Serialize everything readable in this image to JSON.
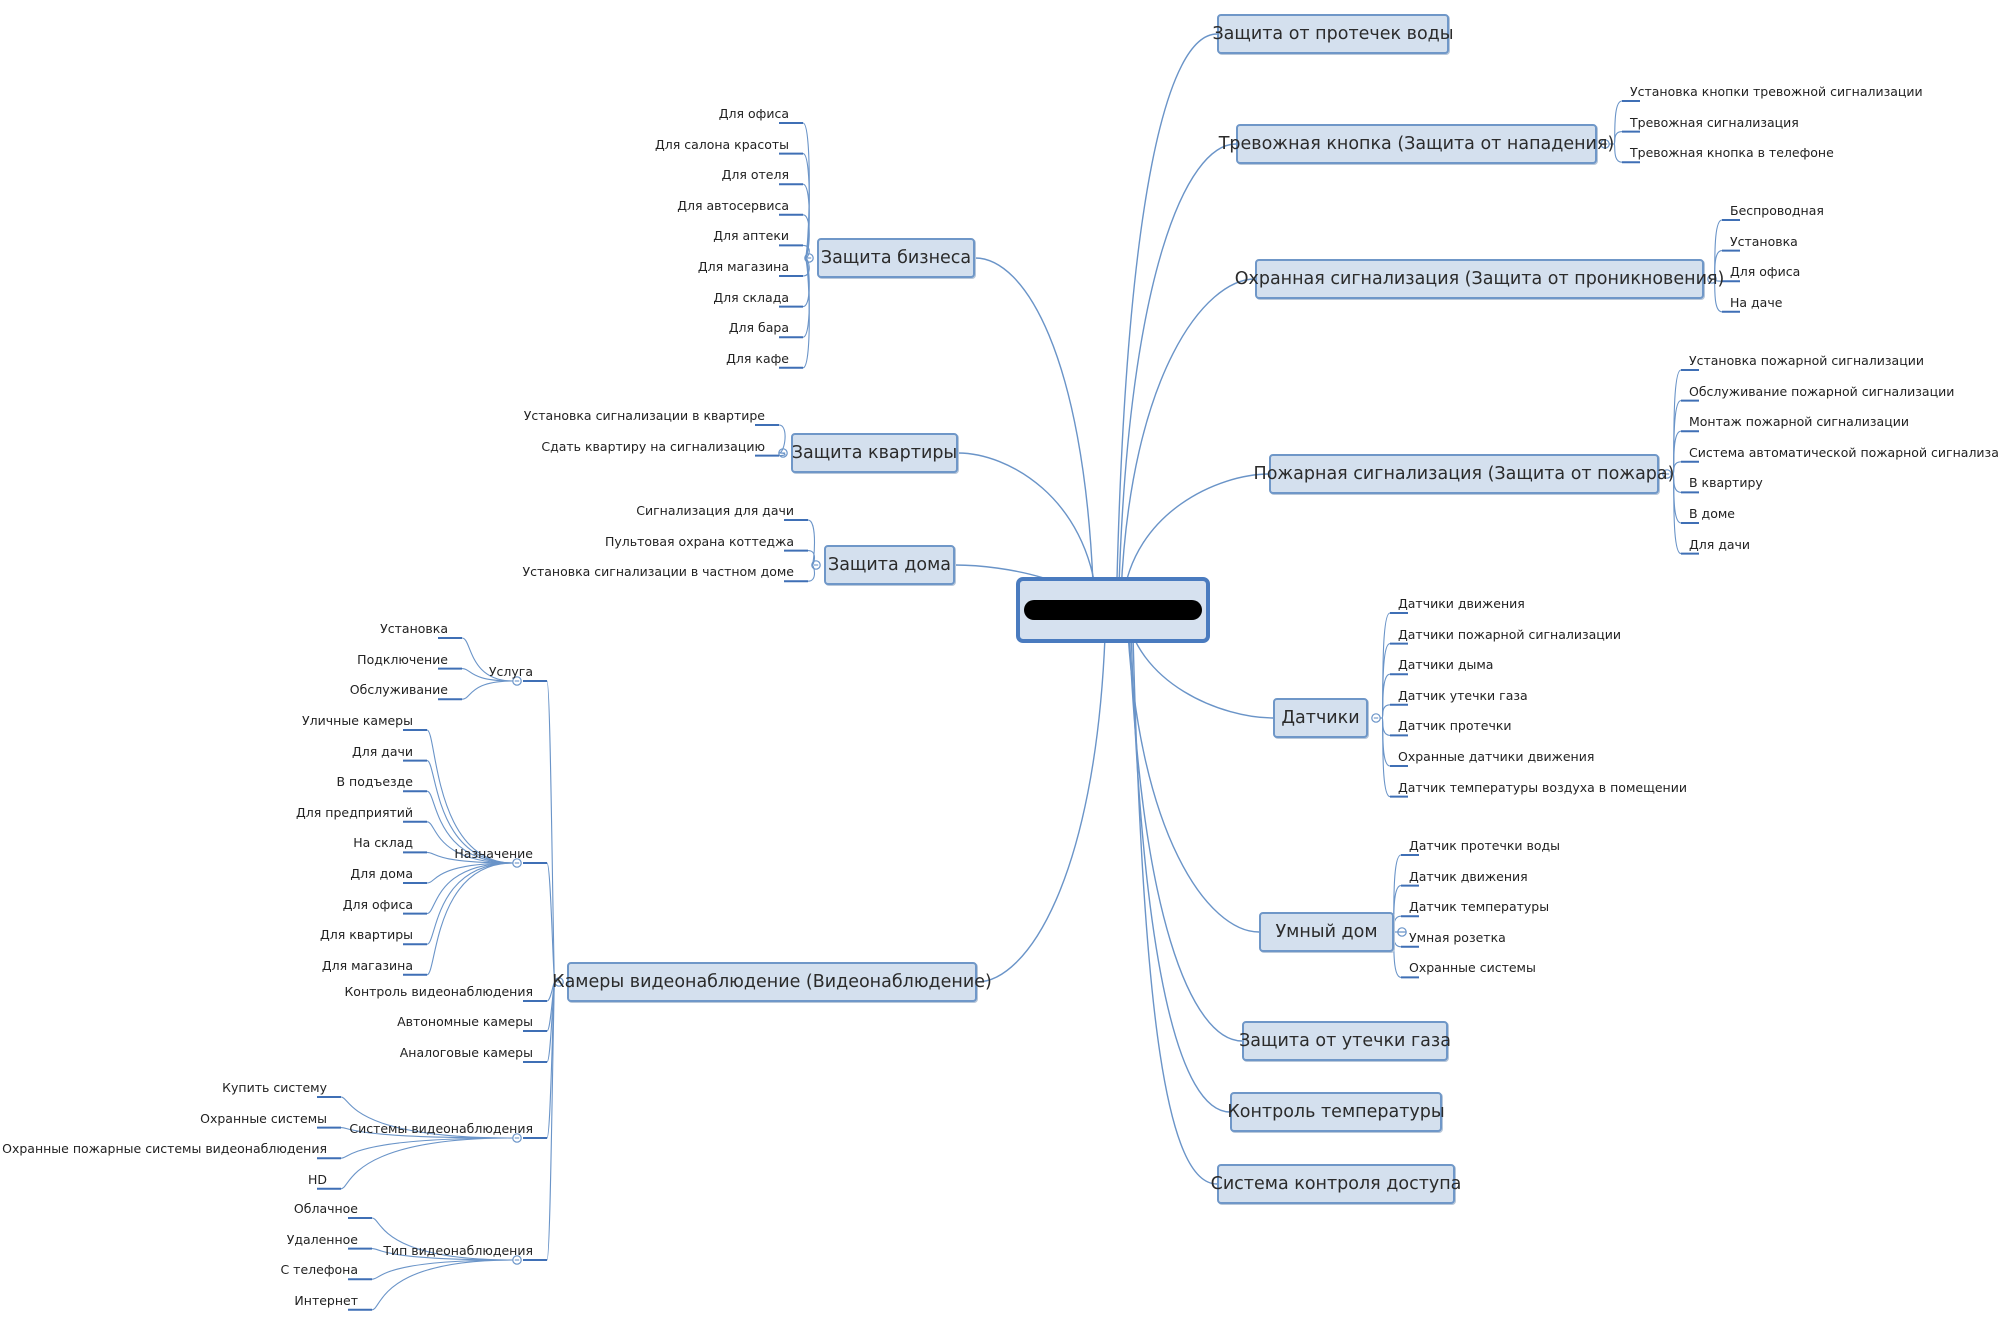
{
  "central": {
    "label": ""
  },
  "colors": {
    "line": "#6a94c8",
    "underline": "#3f6fb5",
    "box_fill": "#d4e0ee",
    "box_border": "#6f97c8"
  },
  "left": [
    {
      "label": "Защита бизнеса",
      "children": [
        "Для офиса",
        "Для салона красоты",
        "Для отеля",
        "Для автосервиса",
        "Для аптеки",
        "Для магазина",
        "Для склада",
        "Для бара",
        "Для кафе"
      ]
    },
    {
      "label": "Защита квартиры",
      "children": [
        "Установка сигнализации в квартире",
        "Сдать квартиру на сигнализацию"
      ]
    },
    {
      "label": "Защита дома",
      "children": [
        "Сигнализация для дачи",
        "Пультовая охрана коттеджа",
        "Установка сигнализации в частном доме"
      ]
    },
    {
      "label": "Камеры видеонаблюдение (Видеонаблюдение)",
      "children": [
        {
          "label": "Услуга",
          "children": [
            "Установка",
            "Подключение",
            "Обслуживание"
          ]
        },
        {
          "label": "Назначение",
          "children": [
            "Уличные камеры",
            "Для дачи",
            "В подъезде",
            "Для предприятий",
            "На склад",
            "Для дома",
            "Для офиса",
            "Для квартиры",
            "Для магазина"
          ]
        },
        {
          "label": "Контроль видеонаблюдения",
          "children": []
        },
        {
          "label": "Автономные камеры",
          "children": []
        },
        {
          "label": "Аналоговые камеры",
          "children": []
        },
        {
          "label": "Системы видеонаблюдения",
          "children": [
            "Купить систему",
            "Охранные системы",
            "Охранные пожарные системы видеонаблюдения",
            "HD"
          ]
        },
        {
          "label": "Тип видеонаблюдения",
          "children": [
            "Облачное",
            "Удаленное",
            "С телефона",
            "Интернет"
          ]
        }
      ]
    }
  ],
  "right": [
    {
      "label": "Защита от протечек воды",
      "children": []
    },
    {
      "label": "Тревожная кнопка (Защита от нападения)",
      "children": [
        "Установка кнопки тревожной сигнализации",
        "Тревожная сигнализация",
        "Тревожная кнопка в телефоне"
      ]
    },
    {
      "label": "Охранная сигнализация (Защита от проникновения)",
      "children": [
        "Беспроводная",
        "Установка",
        "Для офиса",
        "На даче"
      ]
    },
    {
      "label": "Пожарная сигнализация (Защита от пожара)",
      "children": [
        "Установка пожарной сигнализации",
        "Обслуживание пожарной сигнализации",
        "Монтаж пожарной сигнализации",
        "Система автоматической пожарной сигнализации",
        "В квартиру",
        "В доме",
        "Для дачи"
      ]
    },
    {
      "label": "Датчики",
      "children": [
        "Датчики движения",
        "Датчики пожарной сигнализации",
        "Датчики дыма",
        "Датчик утечки газа",
        "Датчик протечки",
        "Охранные датчики движения",
        "Датчик температуры воздуха в помещении"
      ]
    },
    {
      "label": "Умный дом",
      "children": [
        "Датчик протечки воды",
        "Датчик движения",
        "Датчик температуры",
        "Умная розетка",
        "Охранные системы"
      ]
    },
    {
      "label": "Защита от утечки газа",
      "children": []
    },
    {
      "label": "Контроль температуры",
      "children": []
    },
    {
      "label": "Система контроля доступа",
      "children": []
    }
  ]
}
